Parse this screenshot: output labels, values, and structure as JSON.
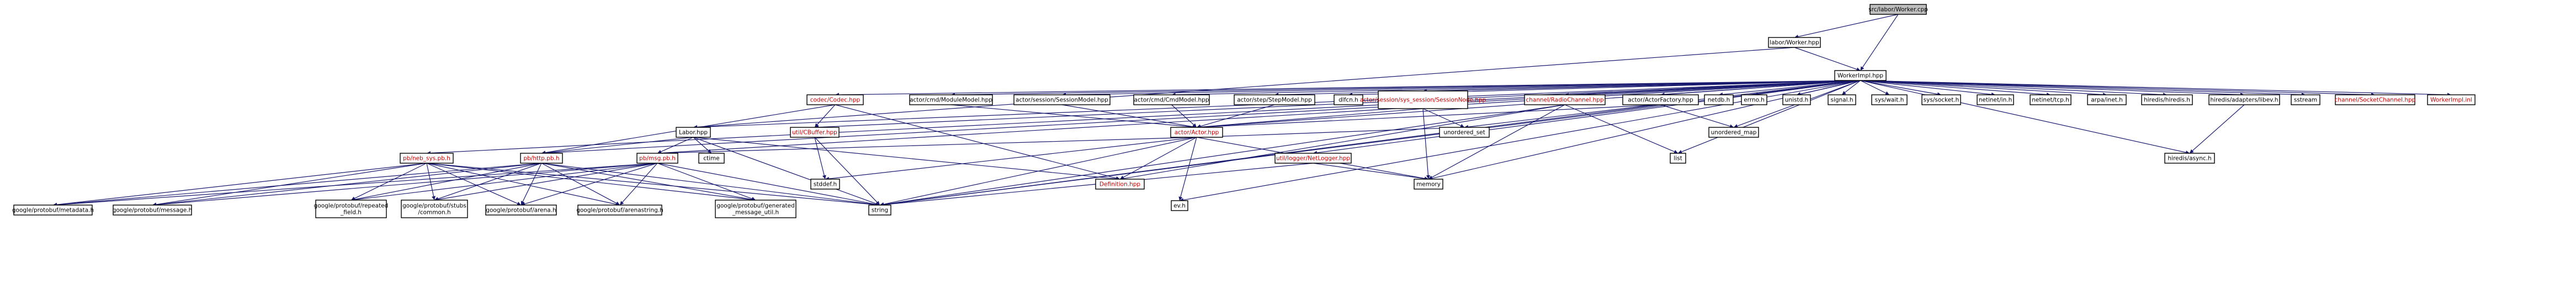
{
  "colors": {
    "edge": "#18196e",
    "red_label": "#c00000",
    "root_fill": "#bfbfbf",
    "node_fill": "#ffffff"
  },
  "diagram": {
    "nodes": [
      {
        "id": "root",
        "label": "src/labor/Worker.cpp",
        "type": "root"
      },
      {
        "id": "lworker",
        "label": "labor/Worker.hpp",
        "type": "normal"
      },
      {
        "id": "wimpl",
        "label": "WorkerImpl.hpp",
        "type": "normal"
      },
      {
        "id": "codec",
        "label": "codec/Codec.hpp",
        "type": "red"
      },
      {
        "id": "modulem",
        "label": "actor/cmd/ModuleModel.hpp",
        "type": "normal"
      },
      {
        "id": "sessm",
        "label": "actor/session/SessionModel.hpp",
        "type": "normal"
      },
      {
        "id": "cmdm",
        "label": "actor/cmd/CmdModel.hpp",
        "type": "normal"
      },
      {
        "id": "stepm",
        "label": "actor/step/StepModel.hpp",
        "type": "normal"
      },
      {
        "id": "dlfcn",
        "label": "dlfcn.h",
        "type": "plain"
      },
      {
        "id": "sessnode",
        "label": "actor/session/sys_session/SessionNode.hpp",
        "type": "red"
      },
      {
        "id": "radio",
        "label": "channel/RadioChannel.hpp",
        "type": "red"
      },
      {
        "id": "afactory",
        "label": "actor/ActorFactory.hpp",
        "type": "normal"
      },
      {
        "id": "netdb",
        "label": "netdb.h",
        "type": "plain"
      },
      {
        "id": "errno",
        "label": "errno.h",
        "type": "plain"
      },
      {
        "id": "unistd",
        "label": "unistd.h",
        "type": "plain"
      },
      {
        "id": "signal",
        "label": "signal.h",
        "type": "plain"
      },
      {
        "id": "syswait",
        "label": "sys/wait.h",
        "type": "plain"
      },
      {
        "id": "syssock",
        "label": "sys/socket.h",
        "type": "plain"
      },
      {
        "id": "netin",
        "label": "netinet/in.h",
        "type": "plain"
      },
      {
        "id": "nettcp",
        "label": "netinet/tcp.h",
        "type": "plain"
      },
      {
        "id": "arpa",
        "label": "arpa/inet.h",
        "type": "plain"
      },
      {
        "id": "hiredis",
        "label": "hiredis/hiredis.h",
        "type": "plain"
      },
      {
        "id": "hilibev",
        "label": "hiredis/adapters/libev.h",
        "type": "plain"
      },
      {
        "id": "sstream",
        "label": "sstream",
        "type": "plain"
      },
      {
        "id": "socketch",
        "label": "channel/SocketChannel.hpp",
        "type": "red"
      },
      {
        "id": "wimplinl",
        "label": "WorkerImpl.inl",
        "type": "red"
      },
      {
        "id": "laborhpp",
        "label": "Labor.hpp",
        "type": "normal"
      },
      {
        "id": "ctime",
        "label": "ctime",
        "type": "plain"
      },
      {
        "id": "cbuffer",
        "label": "util/CBuffer.hpp",
        "type": "red"
      },
      {
        "id": "actorhpp",
        "label": "actor/Actor.hpp",
        "type": "red"
      },
      {
        "id": "netlogger",
        "label": "util/logger/NetLogger.hpp",
        "type": "red"
      },
      {
        "id": "unordset",
        "label": "unordered_set",
        "type": "plain"
      },
      {
        "id": "unordmap",
        "label": "unordered_map",
        "type": "plain"
      },
      {
        "id": "list",
        "label": "list",
        "type": "plain"
      },
      {
        "id": "hiasync",
        "label": "hiredis/async.h",
        "type": "plain"
      },
      {
        "id": "nebsys",
        "label": "pb/neb_sys.pb.h",
        "type": "red"
      },
      {
        "id": "httppb",
        "label": "pb/http.pb.h",
        "type": "red"
      },
      {
        "id": "msgpb",
        "label": "pb/msg.pb.h",
        "type": "red"
      },
      {
        "id": "stddef",
        "label": "stddef.h",
        "type": "plain"
      },
      {
        "id": "definition",
        "label": "Definition.hpp",
        "type": "red"
      },
      {
        "id": "memory",
        "label": "memory",
        "type": "plain"
      },
      {
        "id": "evh",
        "label": "ev.h",
        "type": "plain"
      },
      {
        "id": "gpmeta",
        "label": "google/protobuf/metadata.h",
        "type": "plain"
      },
      {
        "id": "gpmsg",
        "label": "google/protobuf/message.h",
        "type": "plain"
      },
      {
        "id": "gprep",
        "label": "google/protobuf/repeated\n_field.h",
        "type": "plain"
      },
      {
        "id": "gpstubs",
        "label": "google/protobuf/stubs\n/common.h",
        "type": "plain"
      },
      {
        "id": "gparena",
        "label": "google/protobuf/arena.h",
        "type": "plain"
      },
      {
        "id": "gparenastr",
        "label": "google/protobuf/arenastring.h",
        "type": "plain"
      },
      {
        "id": "gpgen",
        "label": "google/protobuf/generated\n_message_util.h",
        "type": "plain"
      },
      {
        "id": "string",
        "label": "string",
        "type": "plain"
      }
    ],
    "edges": [
      [
        "root",
        "lworker"
      ],
      [
        "root",
        "wimpl"
      ],
      [
        "lworker",
        "wimpl"
      ],
      [
        "lworker",
        "laborhpp"
      ],
      [
        "wimpl",
        "codec"
      ],
      [
        "wimpl",
        "modulem"
      ],
      [
        "wimpl",
        "sessm"
      ],
      [
        "wimpl",
        "cmdm"
      ],
      [
        "wimpl",
        "stepm"
      ],
      [
        "wimpl",
        "dlfcn"
      ],
      [
        "wimpl",
        "sessnode"
      ],
      [
        "wimpl",
        "radio"
      ],
      [
        "wimpl",
        "afactory"
      ],
      [
        "wimpl",
        "netdb"
      ],
      [
        "wimpl",
        "errno"
      ],
      [
        "wimpl",
        "unistd"
      ],
      [
        "wimpl",
        "signal"
      ],
      [
        "wimpl",
        "syswait"
      ],
      [
        "wimpl",
        "syssock"
      ],
      [
        "wimpl",
        "netin"
      ],
      [
        "wimpl",
        "nettcp"
      ],
      [
        "wimpl",
        "arpa"
      ],
      [
        "wimpl",
        "hiredis"
      ],
      [
        "wimpl",
        "hilibev"
      ],
      [
        "wimpl",
        "sstream"
      ],
      [
        "wimpl",
        "socketch"
      ],
      [
        "wimpl",
        "wimplinl"
      ],
      [
        "wimpl",
        "laborhpp"
      ],
      [
        "wimpl",
        "cbuffer"
      ],
      [
        "wimpl",
        "actorhpp"
      ],
      [
        "wimpl",
        "netlogger"
      ],
      [
        "wimpl",
        "unordset"
      ],
      [
        "wimpl",
        "unordmap"
      ],
      [
        "wimpl",
        "list"
      ],
      [
        "wimpl",
        "hiasync"
      ],
      [
        "wimpl",
        "nebsys"
      ],
      [
        "wimpl",
        "httppb"
      ],
      [
        "wimpl",
        "msgpb"
      ],
      [
        "wimpl",
        "memory"
      ],
      [
        "wimpl",
        "evh"
      ],
      [
        "wimpl",
        "string"
      ],
      [
        "codec",
        "cbuffer"
      ],
      [
        "codec",
        "httppb"
      ],
      [
        "codec",
        "definition"
      ],
      [
        "modulem",
        "actorhpp"
      ],
      [
        "sessm",
        "actorhpp"
      ],
      [
        "cmdm",
        "actorhpp"
      ],
      [
        "stepm",
        "actorhpp"
      ],
      [
        "sessnode",
        "actorhpp"
      ],
      [
        "sessnode",
        "memory"
      ],
      [
        "sessnode",
        "unordset"
      ],
      [
        "radio",
        "definition"
      ],
      [
        "radio",
        "list"
      ],
      [
        "radio",
        "memory"
      ],
      [
        "radio",
        "string"
      ],
      [
        "afactory",
        "unordmap"
      ],
      [
        "afactory",
        "string"
      ],
      [
        "afactory",
        "actorhpp"
      ],
      [
        "laborhpp",
        "ctime"
      ],
      [
        "laborhpp",
        "msgpb"
      ],
      [
        "laborhpp",
        "httppb"
      ],
      [
        "laborhpp",
        "string"
      ],
      [
        "laborhpp",
        "definition"
      ],
      [
        "cbuffer",
        "stddef"
      ],
      [
        "cbuffer",
        "string"
      ],
      [
        "actorhpp",
        "definition"
      ],
      [
        "actorhpp",
        "memory"
      ],
      [
        "actorhpp",
        "evh"
      ],
      [
        "actorhpp",
        "msgpb"
      ],
      [
        "actorhpp",
        "string"
      ],
      [
        "actorhpp",
        "stddef"
      ],
      [
        "actorhpp",
        "unordset"
      ],
      [
        "netlogger",
        "memory"
      ],
      [
        "netlogger",
        "string"
      ],
      [
        "hilibev",
        "hiasync"
      ],
      [
        "nebsys",
        "gpmeta"
      ],
      [
        "nebsys",
        "gpmsg"
      ],
      [
        "nebsys",
        "gprep"
      ],
      [
        "nebsys",
        "gpstubs"
      ],
      [
        "nebsys",
        "gparena"
      ],
      [
        "nebsys",
        "gparenastr"
      ],
      [
        "nebsys",
        "gpgen"
      ],
      [
        "nebsys",
        "string"
      ],
      [
        "httppb",
        "gpmeta"
      ],
      [
        "httppb",
        "gpmsg"
      ],
      [
        "httppb",
        "gprep"
      ],
      [
        "httppb",
        "gpstubs"
      ],
      [
        "httppb",
        "gparena"
      ],
      [
        "httppb",
        "gparenastr"
      ],
      [
        "httppb",
        "gpgen"
      ],
      [
        "httppb",
        "string"
      ],
      [
        "msgpb",
        "gpmeta"
      ],
      [
        "msgpb",
        "gpmsg"
      ],
      [
        "msgpb",
        "gprep"
      ],
      [
        "msgpb",
        "gpstubs"
      ],
      [
        "msgpb",
        "gparena"
      ],
      [
        "msgpb",
        "gparenastr"
      ],
      [
        "msgpb",
        "gpgen"
      ],
      [
        "msgpb",
        "string"
      ]
    ]
  }
}
